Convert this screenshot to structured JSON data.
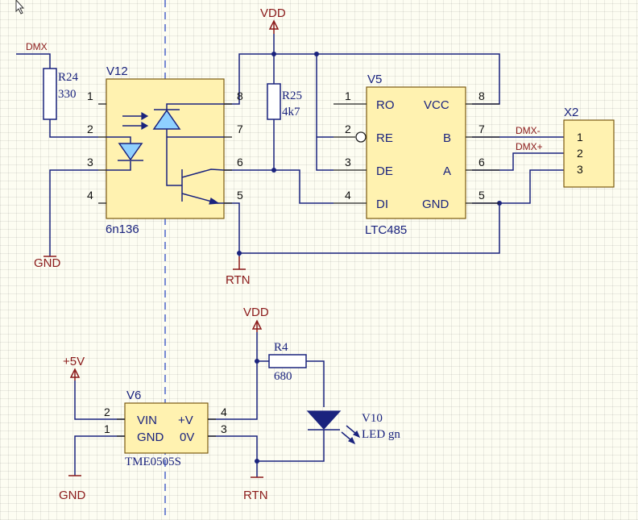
{
  "net_labels": {
    "vdd_top": "VDD",
    "vdd_mid": "VDD",
    "gnd_left": "GND",
    "gnd_bottom": "GND",
    "rtn_top": "RTN",
    "rtn_bottom": "RTN",
    "plus5v": "+5V",
    "dmx_in": "DMX",
    "dmx_minus": "DMX-",
    "dmx_plus": "DMX+"
  },
  "components": {
    "r24": {
      "ref": "R24",
      "value": "330"
    },
    "r25": {
      "ref": "R25",
      "value": "4k7"
    },
    "r4": {
      "ref": "R4",
      "value": "680"
    },
    "v12": {
      "ref": "V12",
      "part": "6n136",
      "pins": [
        "1",
        "2",
        "3",
        "4",
        "5",
        "6",
        "7",
        "8"
      ]
    },
    "v5": {
      "ref": "V5",
      "part": "LTC485",
      "pins": [
        "1",
        "2",
        "3",
        "4",
        "5",
        "6",
        "7",
        "8"
      ],
      "pin_names": {
        "ro": "RO",
        "re": "RE",
        "de": "DE",
        "di": "DI",
        "vcc": "VCC",
        "b": "B",
        "a": "A",
        "gnd": "GND"
      }
    },
    "x2": {
      "ref": "X2",
      "pins": [
        "1",
        "2",
        "3"
      ]
    },
    "v6": {
      "ref": "V6",
      "part": "TME0505S",
      "pins": [
        "1",
        "2",
        "3",
        "4"
      ],
      "pin_names": {
        "vin": "VIN",
        "gnd": "GND",
        "plusv": "+V",
        "zerov": "0V"
      }
    },
    "v10": {
      "ref": "V10",
      "part": "LED gn"
    }
  },
  "icons": {
    "cursor": "mouse-pointer-icon"
  }
}
